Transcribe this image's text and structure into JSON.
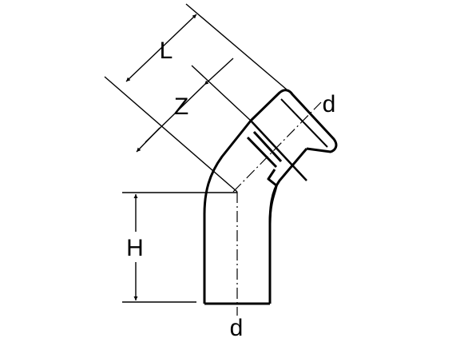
{
  "labels": {
    "length": "L",
    "center_offset": "Z",
    "height": "H",
    "diameter_outlet": "d",
    "diameter_inlet": "d"
  },
  "colors": {
    "line": "#000000",
    "background": "#ffffff"
  }
}
